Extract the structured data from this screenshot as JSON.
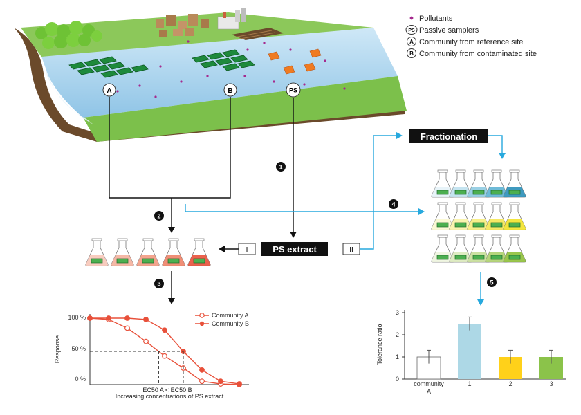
{
  "legend": {
    "pollutants": "Pollutants",
    "passive_samplers": "Passive samplers",
    "ref_site": "Community from reference site",
    "contam_site": "Community from contaminated site",
    "ps_symbol": "PS",
    "a_symbol": "A",
    "b_symbol": "B"
  },
  "site_markers": {
    "a": "A",
    "b": "B",
    "ps": "PS"
  },
  "steps": [
    "1",
    "2",
    "3",
    "4",
    "5"
  ],
  "process": {
    "ps_extract": "PS extract",
    "route_1": "I",
    "route_2": "II",
    "fractionation": "Fractionation"
  },
  "colors": {
    "water": "#a9d4ee",
    "grass": "#7cc04b",
    "soil": "#6b4a2b",
    "arrow_black": "#111111",
    "arrow_blue": "#27a9de",
    "community_b": "#e8503a",
    "flask_red": "#e8503a",
    "flask_blue": "#2a8fb8",
    "flask_yellow": "#f2e22a",
    "flask_green": "#8fc03a"
  },
  "response_chart": {
    "ylabel": "Response",
    "xlabel": "Increasing concentrations of PS extract",
    "yticks": [
      "100 %",
      "50 %",
      "0 %"
    ],
    "ec_label": "EC50 A < EC50 B",
    "series": [
      {
        "name": "Community A",
        "marker": "open",
        "x": [
          1,
          2,
          3,
          4,
          5,
          6,
          7,
          8,
          9
        ],
        "y": [
          100,
          98,
          85,
          65,
          43,
          25,
          5,
          1,
          0
        ]
      },
      {
        "name": "Community B",
        "marker": "filled",
        "x": [
          1,
          2,
          3,
          4,
          5,
          6,
          7,
          8,
          9
        ],
        "y": [
          100,
          100,
          100,
          98,
          82,
          50,
          22,
          5,
          1
        ]
      }
    ]
  },
  "chart_data": {
    "type": "bar",
    "categories": [
      "community A",
      "1",
      "2",
      "3"
    ],
    "values": [
      1.0,
      2.5,
      1.0,
      1.0
    ],
    "errors": [
      0.3,
      0.3,
      0.3,
      0.3
    ],
    "colors": [
      "#ffffff",
      "#add8e6",
      "#ffd11a",
      "#8bc34a"
    ],
    "ylabel": "Tolerance ratio",
    "yticks": [
      "0",
      "1",
      "2",
      "3"
    ],
    "ylim": [
      0,
      3
    ]
  }
}
